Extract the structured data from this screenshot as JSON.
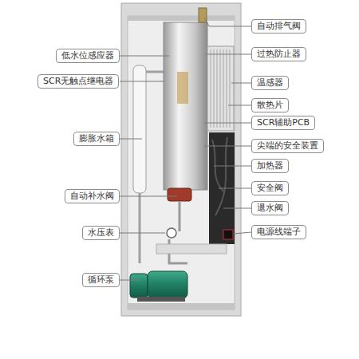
{
  "diagram": {
    "nodes": [
      {
        "text": [
          "自动排气阀"
        ]
      },
      {
        "text": [
          "低水位感应器"
        ]
      },
      {
        "text": [
          "过热防止器"
        ]
      },
      {
        "text": [
          "SCR无触点继电器"
        ]
      },
      {
        "text": [
          "温感器"
        ]
      },
      {
        "text": [
          "散热片"
        ]
      },
      {
        "text": [
          "SCR辅助PCB"
        ]
      },
      {
        "text": [
          "膨胀水箱"
        ]
      },
      {
        "text": [
          "尖端的安全装置"
        ]
      },
      {
        "text": [
          "加热器"
        ]
      },
      {
        "text": [
          "安全阀"
        ]
      },
      {
        "text": [
          "自动补水阀"
        ]
      },
      {
        "text": [
          "退水阀"
        ]
      },
      {
        "text": [
          "电源线端子"
        ]
      },
      {
        "text": [
          "水压表"
        ]
      },
      {
        "text": [
          "循环泵"
        ]
      }
    ]
  }
}
